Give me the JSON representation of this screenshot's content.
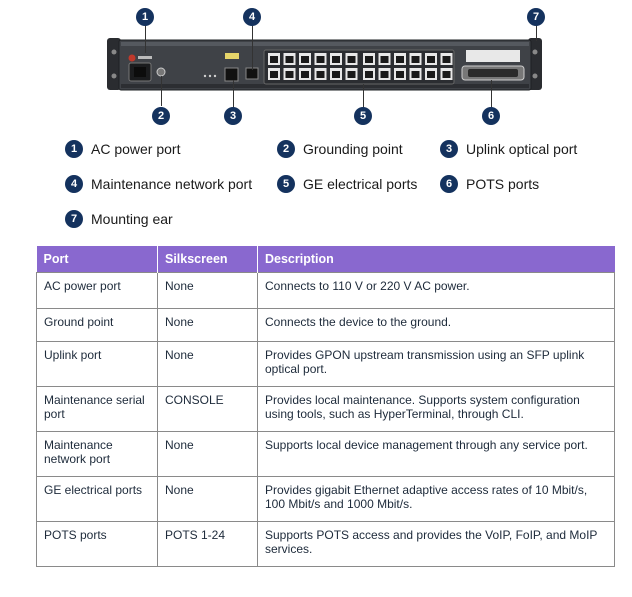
{
  "callouts": [
    "1",
    "2",
    "3",
    "4",
    "5",
    "6",
    "7"
  ],
  "legend": [
    {
      "num": "1",
      "label": "AC power port"
    },
    {
      "num": "2",
      "label": "Grounding point"
    },
    {
      "num": "3",
      "label": "Uplink optical port"
    },
    {
      "num": "4",
      "label": "Maintenance network port"
    },
    {
      "num": "5",
      "label": "GE electrical ports"
    },
    {
      "num": "6",
      "label": "POTS ports"
    },
    {
      "num": "7",
      "label": "Mounting ear"
    }
  ],
  "table": {
    "headers": [
      "Port",
      "Silkscreen",
      "Description"
    ],
    "rows": [
      {
        "port": "AC power port",
        "silkscreen": "None",
        "description": "Connects to 110 V or 220 V AC power."
      },
      {
        "port": "Ground point",
        "silkscreen": "None",
        "description": "Connects the device to the ground."
      },
      {
        "port": "Uplink port",
        "silkscreen": "None",
        "description": "Provides GPON upstream transmission using an SFP uplink optical port."
      },
      {
        "port": "Maintenance serial port",
        "silkscreen": "CONSOLE",
        "description": "Provides local maintenance. Supports system configuration using tools, such as HyperTerminal, through CLI."
      },
      {
        "port": "Maintenance network port",
        "silkscreen": "None",
        "description": "Supports local device management through any service port."
      },
      {
        "port": "GE electrical ports",
        "silkscreen": "None",
        "description": "Provides gigabit Ethernet adaptive access rates of 10 Mbit/s, 100 Mbit/s and 1000 Mbit/s."
      },
      {
        "port": "POTS ports",
        "silkscreen": "POTS 1-24",
        "description": "Supports POTS access and provides the VoIP, FoIP, and MoIP services."
      }
    ]
  },
  "colors": {
    "header_bg": "#8968cf",
    "badge": "#14325e",
    "chassis": "#3a3d42"
  }
}
